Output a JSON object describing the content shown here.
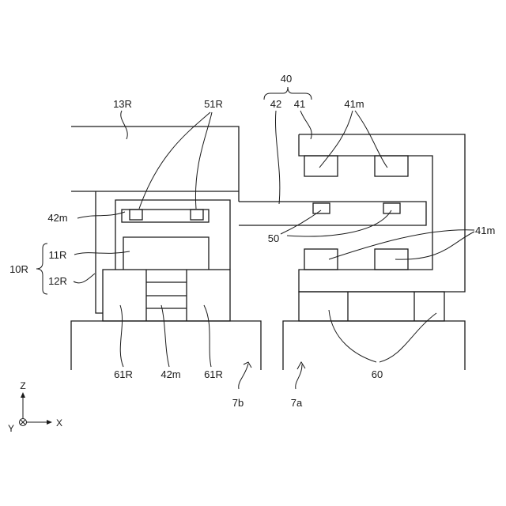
{
  "labels": {
    "group_40": "40",
    "part_42": "42",
    "part_41": "41",
    "label_41m_top": "41m",
    "label_41m_right": "41m",
    "label_13R": "13R",
    "label_51R": "51R",
    "label_42m_upper": "42m",
    "label_11R": "11R",
    "label_10R": "10R",
    "label_12R": "12R",
    "label_50": "50",
    "label_61R_left": "61R",
    "label_42m_lower": "42m",
    "label_61R_right": "61R",
    "label_7b": "7b",
    "label_7a": "7a",
    "label_60": "60"
  },
  "axes": {
    "z": "Z",
    "y": "Y",
    "x": "X"
  }
}
